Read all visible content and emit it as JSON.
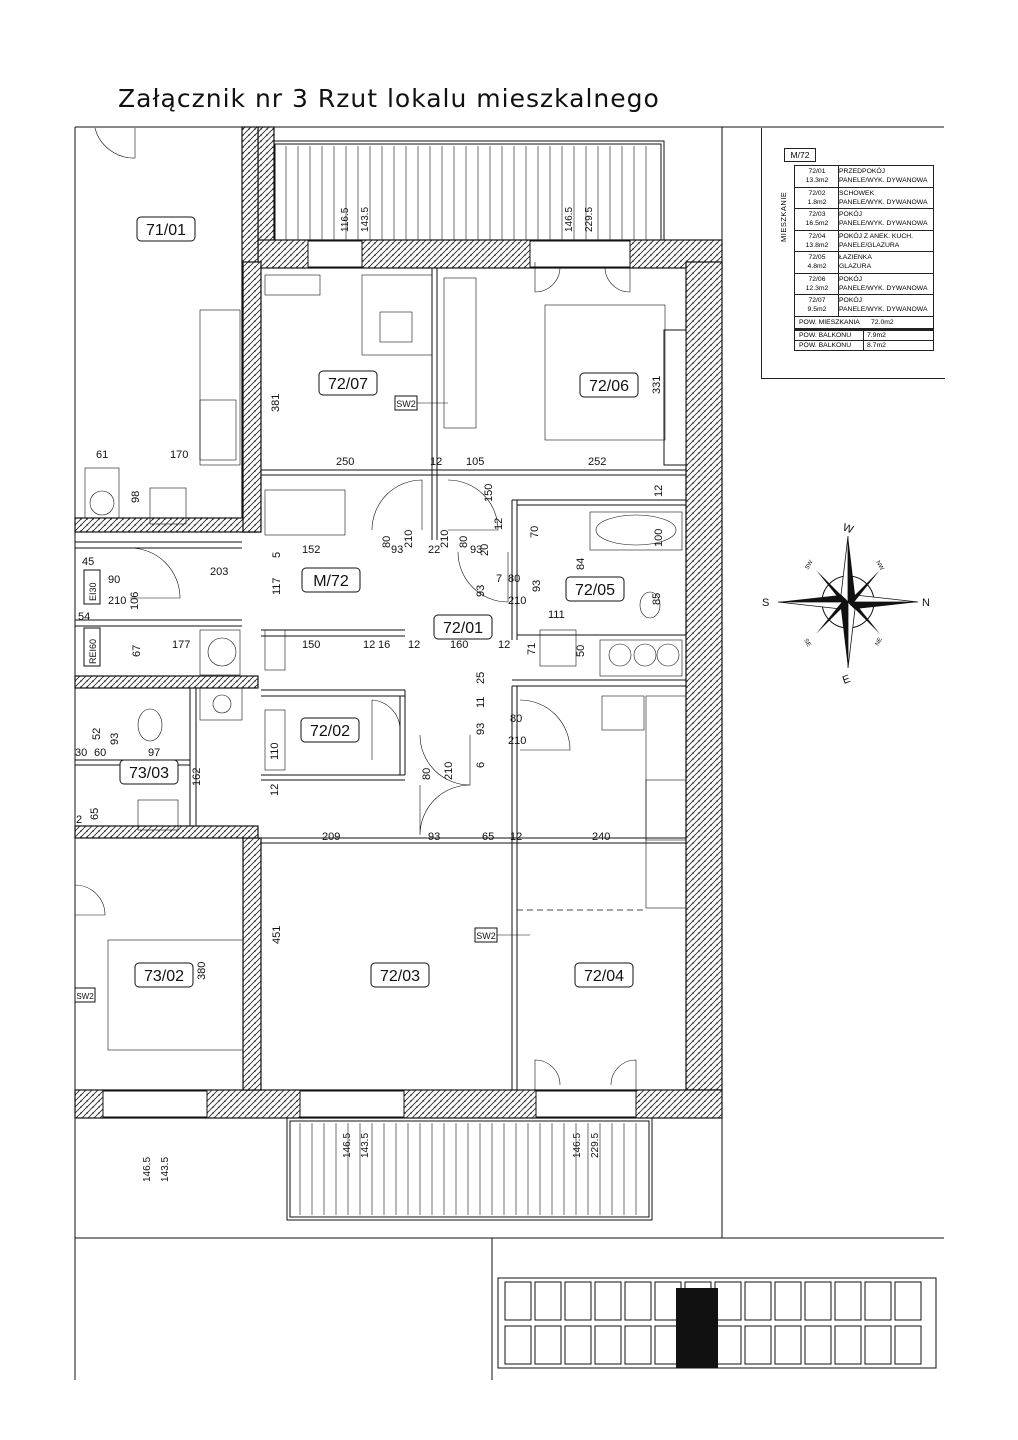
{
  "title": "Załącznik nr 3 Rzut lokalu mieszkalnego",
  "apartment_tag": "M/72",
  "table": {
    "apartment": "M/72",
    "section_label": "MIESZKANIE",
    "rooms": [
      {
        "no": "72/01",
        "area": "13.3m2",
        "name": "PRZEDPOKÓJ",
        "floor": "PANELE/WYK. DYWANOWA"
      },
      {
        "no": "72/02",
        "area": "1.8m2",
        "name": "SCHOWEK",
        "floor": "PANELE/WYK. DYWANOWA"
      },
      {
        "no": "72/03",
        "area": "16.5m2",
        "name": "POKÓJ",
        "floor": "PANELE/WYK. DYWANOWA"
      },
      {
        "no": "72/04",
        "area": "13.8m2",
        "name": "POKÓJ Z ANEK. KUCH.",
        "floor": "PANELE/GLAZURA"
      },
      {
        "no": "72/05",
        "area": "4.8m2",
        "name": "ŁAZIENKA",
        "floor": "GLAZURA"
      },
      {
        "no": "72/06",
        "area": "12.3m2",
        "name": "POKÓJ",
        "floor": "PANELE/WYK. DYWANOWA"
      },
      {
        "no": "72/07",
        "area": "9.5m2",
        "name": "POKÓJ",
        "floor": "PANELE/WYK. DYWANOWA"
      }
    ],
    "total_label": "POW. MIESZKANIA",
    "total_value": "72.0m2",
    "balconies": [
      {
        "label": "POW. BALKONU",
        "value": "7.9m2"
      },
      {
        "label": "POW. BALKONU",
        "value": "8.7m2"
      }
    ]
  },
  "room_labels": {
    "r7101": "71/01",
    "r7207": "72/07",
    "r7206": "72/06",
    "m72": "M/72",
    "r7205": "72/05",
    "r7201": "72/01",
    "r7202": "72/02",
    "r7303": "73/03",
    "r7302": "73/02",
    "r7203": "72/03",
    "r7204": "72/04"
  },
  "switch_labels": {
    "sw_a": "SW2",
    "sw_b": "SW2",
    "sw_c": "SW2"
  },
  "fire_labels": {
    "ei": "EI30",
    "rei": "REI60"
  },
  "compass": {
    "w": "W",
    "s": "S",
    "n": "N",
    "e": "E",
    "nw": "NW",
    "sw": "SW",
    "ne": "NE",
    "se": "SE"
  },
  "dimensions": {
    "d_116_5": "116.5",
    "d_143_5a": "143.5",
    "d_146_5a": "146.5",
    "d_229_5a": "229.5",
    "d_381": "381",
    "d_331": "331",
    "d_61": "61",
    "d_170": "170",
    "d_98": "98",
    "d_250": "250",
    "d_12a": "12",
    "d_105": "105",
    "d_252": "252",
    "d_12b": "12",
    "d_80a": "80",
    "d_210a": "210",
    "d_80b": "80",
    "d_210b": "210",
    "d_150v": "150",
    "d_70": "70",
    "d_84": "84",
    "d_100": "100",
    "d_45": "45",
    "d_5": "5",
    "d_152": "152",
    "d_93a": "93",
    "d_22": "22",
    "d_93b": "93",
    "d_20": "20",
    "d_12c": "12",
    "d_90": "90",
    "d_106": "106",
    "d_203": "203",
    "d_117": "117",
    "d_7": "7",
    "d_80c": "80",
    "d_93c": "93",
    "d_93d": "93",
    "d_210c": "210",
    "d_54": "54",
    "d_210d": "210",
    "d_111": "111",
    "d_85": "85",
    "d_177": "177",
    "d_67": "67",
    "d_150h": "150",
    "d_12d": "12",
    "d_16": "16",
    "d_12e": "12",
    "d_160": "160",
    "d_12f": "12",
    "d_71": "71",
    "d_50": "50",
    "d_25": "25",
    "d_11": "11",
    "d_93e": "93",
    "d_80d": "80",
    "d_210e": "210",
    "d_52": "52",
    "d_93f": "93",
    "d_110": "110",
    "d_60": "60",
    "d_97": "97",
    "d_80e": "80",
    "d_210f": "210",
    "d_6": "6",
    "d_12g": "12",
    "d_162": "162",
    "d_65a": "65",
    "d_209": "209",
    "d_93g": "93",
    "d_65b": "65",
    "d_12h": "12",
    "d_240": "240",
    "d_451": "451",
    "d_380": "380",
    "d_146_5b": "146.5",
    "d_143_5b": "143.5",
    "d_146_5c": "146.5",
    "d_143_5c": "143.5",
    "d_146_5d": "146.5",
    "d_229_5b": "229.5",
    "d_30": "30",
    "d_2": "2"
  }
}
